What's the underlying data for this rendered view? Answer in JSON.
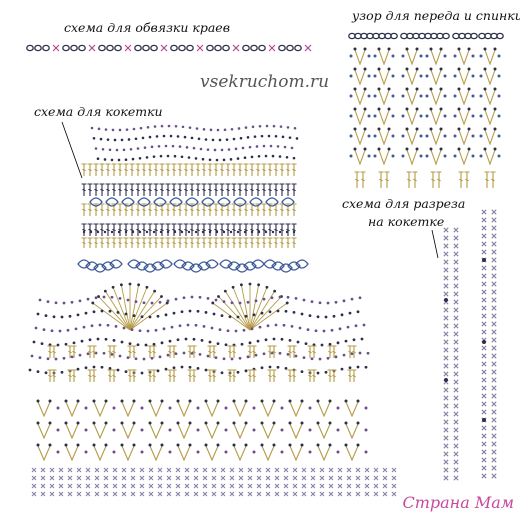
{
  "labels": {
    "edging": "схема для обвязки краев",
    "front_back": "узор для переда и спинки",
    "site": "vsekruchom.ru",
    "yoke": "схема для кокетки",
    "slit_line1": "схема для разреза",
    "slit_line2": "на кокетке"
  },
  "watermark": {
    "text": "Страна Мам",
    "color": "#c64aa0"
  },
  "palette": {
    "ink": "#2b2f4a",
    "purple": "#6a4f8e",
    "gold": "#b59a45",
    "blue": "#3e5a9a",
    "cross": "#8a7fa8",
    "pink_cross": "#b03d8e",
    "grey_dot": "#555555",
    "line": "#b59a45"
  },
  "symbols": {
    "chain": "oval-ring-icon",
    "single_crochet": "cross-icon",
    "double_crochet": "t-stitch-icon",
    "picot": "dot-icon",
    "shell": "fan-icon"
  }
}
